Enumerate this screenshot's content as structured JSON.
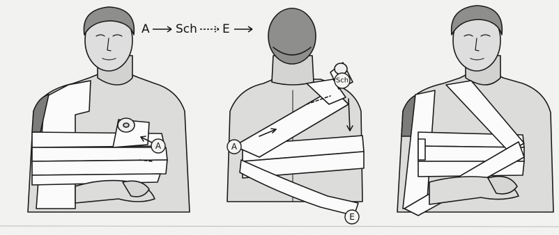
{
  "sequence": {
    "a": "A",
    "sch": "Sch",
    "e": "E"
  },
  "markers": {
    "front_a": "A",
    "back_a": "A",
    "back_sch": "Sch",
    "back_e": "E"
  },
  "colors": {
    "paper": "#f4f4f2",
    "ink": "#1a1a1a",
    "skin": "#dcdcda",
    "shade": "#7c7c7a",
    "bandage": "#fbfbfb"
  }
}
